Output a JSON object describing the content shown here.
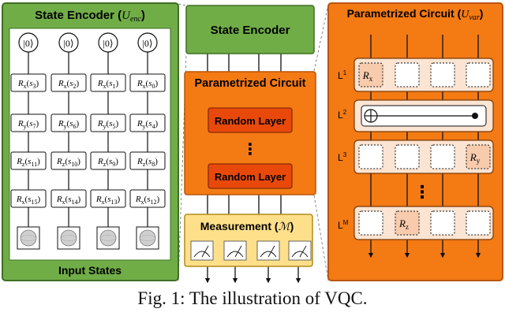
{
  "encoder": {
    "title": "State Encoder (U_enc)",
    "kets": [
      "|0⟩",
      "|0⟩",
      "|0⟩",
      "|0⟩"
    ],
    "gate_rows": [
      [
        "Rx(s3)",
        "Rx(s2)",
        "Rx(s1)",
        "Rx(s0)"
      ],
      [
        "Ry(s7)",
        "Ry(s6)",
        "Ry(s5)",
        "Ry(s4)"
      ],
      [
        "Rz(s11)",
        "Rz(s10)",
        "Rz(s9)",
        "Rz(s8)"
      ],
      [
        "Rx(s15)",
        "Rx(s14)",
        "Rx(s13)",
        "Rx(s12)"
      ]
    ],
    "footer": "Input States"
  },
  "middle": {
    "encoder_label": "State Encoder",
    "circuit_title": "Parametrized Circuit",
    "random_layers": [
      "Random Layer",
      "Random Layer"
    ],
    "ellipsis": "⋮",
    "measurement_title": "Measurement (M)"
  },
  "varcircuit": {
    "title": "Parametrized Circuit (U_var)",
    "layer_labels": [
      "L1",
      "L2",
      "L3",
      "LM"
    ],
    "gate_L1": "Rx",
    "gate_L3": "Ry",
    "gate_LM": "Rz",
    "ellipsis": "⋮"
  },
  "caption": "Fig. 1: The illustration of VQC.",
  "colors": {
    "green_fill": "#70ad47",
    "green_stroke": "#3f6e24",
    "orange_fill": "#f47a14",
    "orange_stroke": "#b85508",
    "random_layer": "#e8490b",
    "measure_fill": "#ffe08a",
    "gate_fill": "#f8cbad"
  }
}
